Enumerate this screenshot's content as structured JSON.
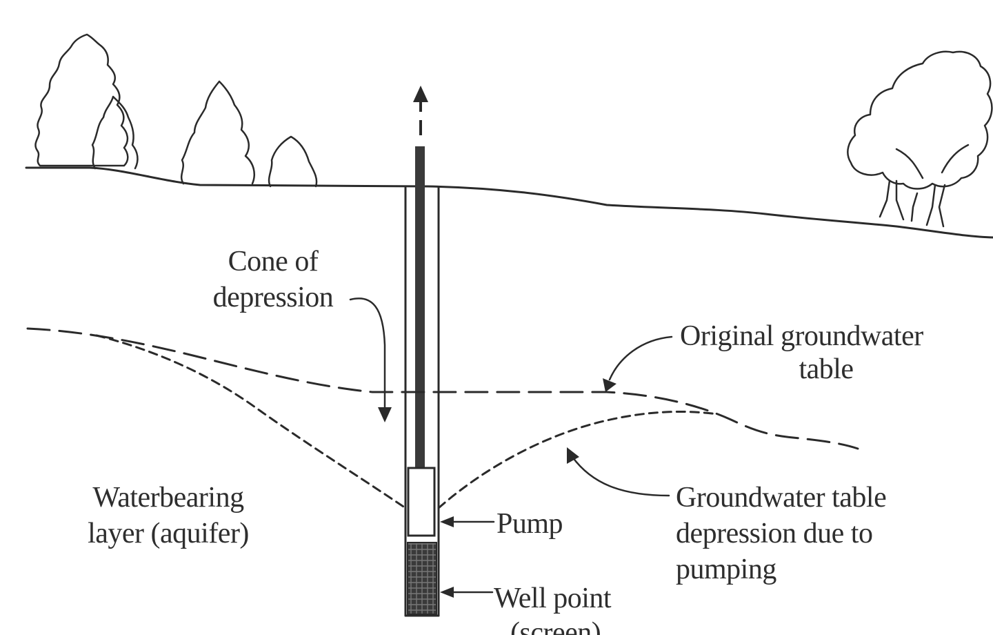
{
  "labels": {
    "cone_line1": "Cone of",
    "cone_line2": "depression",
    "original_line1": "Original groundwater",
    "original_line2": "table",
    "aquifer_line1": "Waterbearing",
    "aquifer_line2": "layer (aquifer)",
    "pump": "Pump",
    "depression_line1": "Groundwater table",
    "depression_line2": "depression due to",
    "depression_line3": "pumping",
    "well_point_line1": "Well point",
    "well_point_line2": "(screen)"
  },
  "icons": {
    "coniferous_trees": "conifer-tree-icon",
    "deciduous_trees": "deciduous-tree-icon",
    "flow_arrow": "up-arrow-icon"
  },
  "colors": {
    "ink": "#2a2a2a",
    "text": "#2e2e2e",
    "background": "#ffffff"
  }
}
